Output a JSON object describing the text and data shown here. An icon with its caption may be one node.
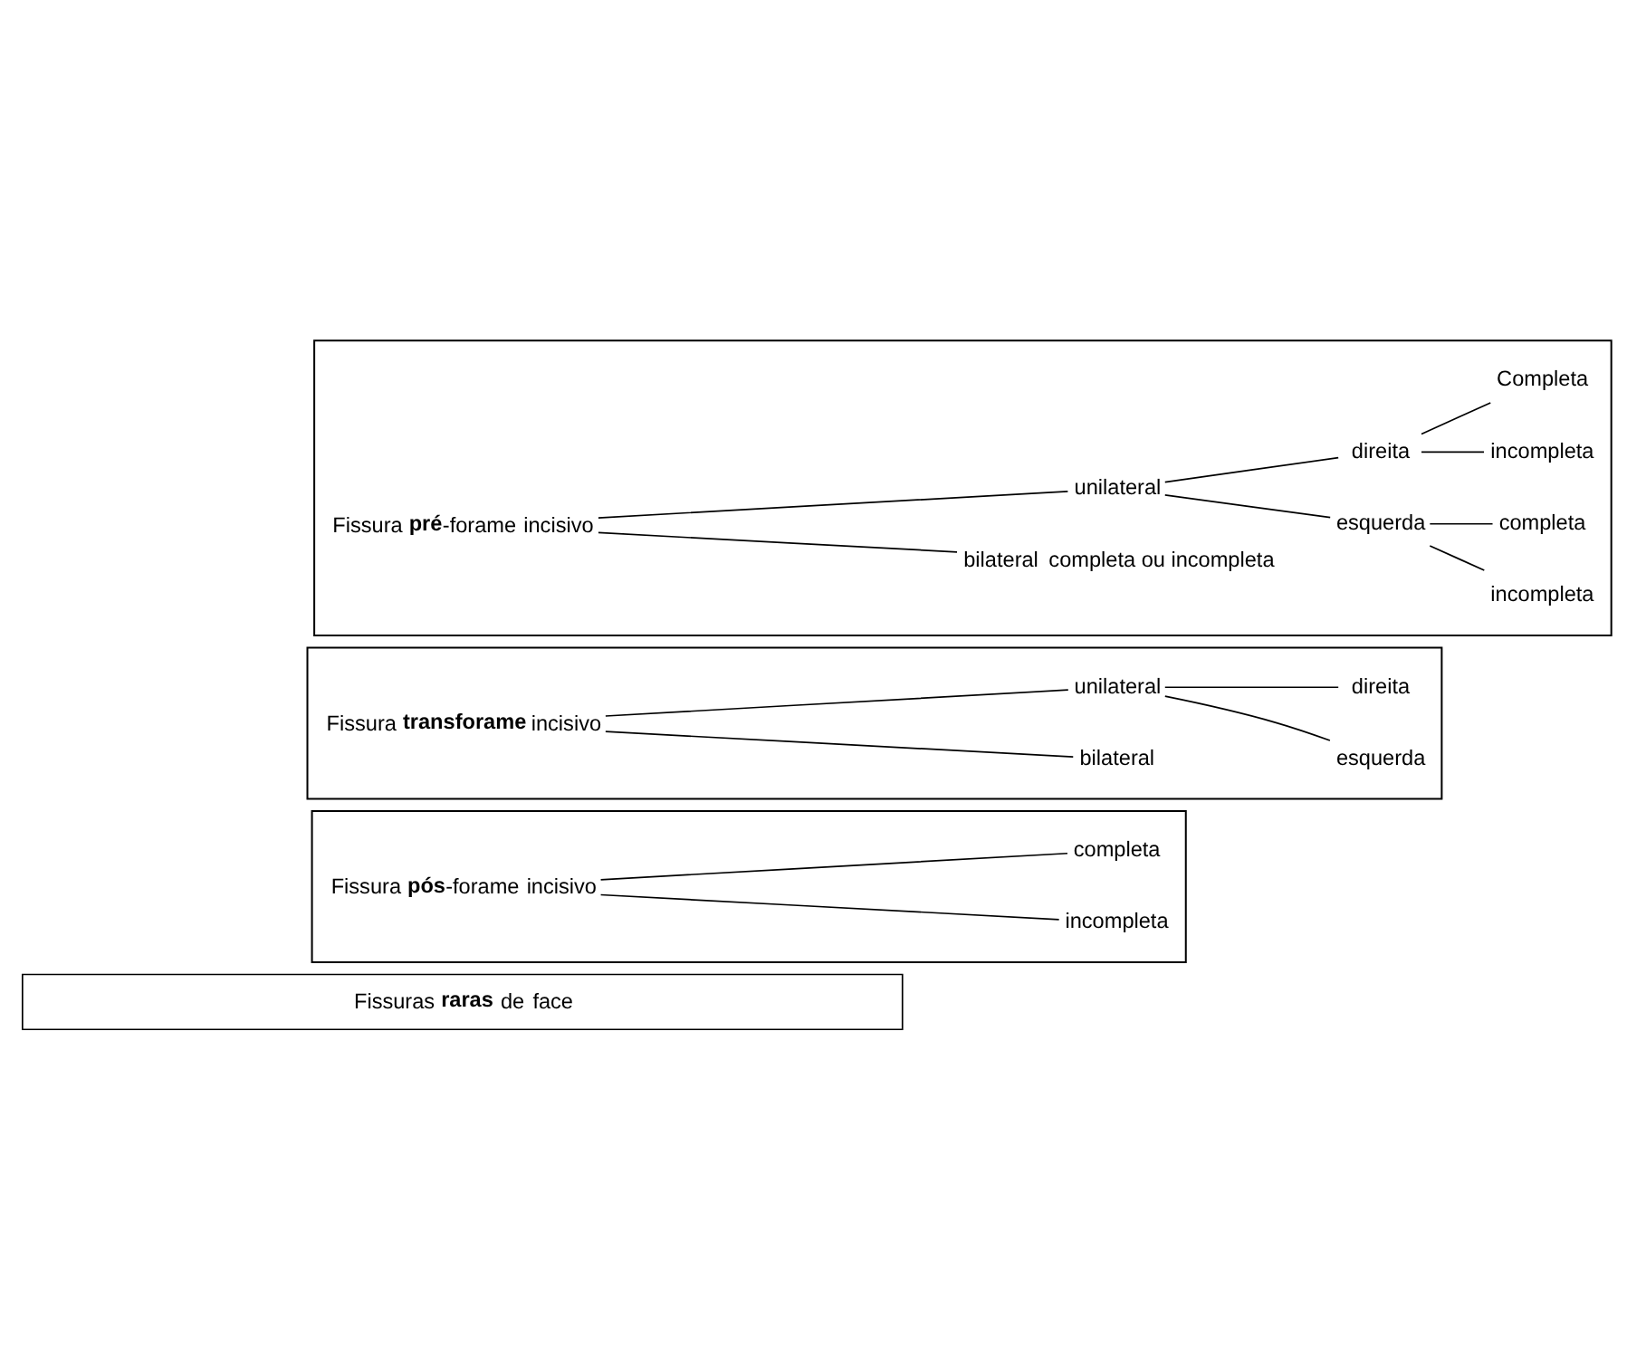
{
  "diagram": {
    "nodes": [
      {
        "text": [],
        "shape": "box"
      },
      {
        "text": [
          "Fissura **pré**-forame incisivo"
        ],
        "in": 0
      },
      {
        "text": [
          "unilateral"
        ],
        "in": 0
      },
      {
        "text": [
          "direita"
        ],
        "in": 0
      },
      {
        "text": [
          "Completa"
        ],
        "in": 0
      },
      {
        "text": [
          "incompleta"
        ],
        "in": 0
      },
      {
        "text": [
          "esquerda"
        ],
        "in": 0
      },
      {
        "text": [
          "completa"
        ],
        "in": 0
      },
      {
        "text": [
          "incompleta"
        ],
        "in": 0
      },
      {
        "text": [
          "bilateral"
        ],
        "beside": [
          "completa ou incompleta"
        ],
        "in": 0
      },
      {
        "text": [],
        "shape": "box"
      },
      {
        "text": [
          "Fissura **transforame** incisivo"
        ],
        "in": 10
      },
      {
        "text": [
          "unilateral"
        ],
        "in": 10
      },
      {
        "text": [
          "direita"
        ],
        "in": 10
      },
      {
        "text": [
          "esquerda"
        ],
        "in": 10
      },
      {
        "text": [
          "bilateral"
        ],
        "in": 10
      },
      {
        "text": [],
        "shape": "box"
      },
      {
        "text": [
          "Fissura **pós**-forame incisivo"
        ],
        "in": 16
      },
      {
        "text": [
          "completa"
        ],
        "in": 16
      },
      {
        "text": [
          "incompleta"
        ],
        "in": 16
      },
      {
        "text": [
          "Fissuras **raras** de face"
        ]
      }
    ],
    "edges": [
      {
        "from": 1,
        "to": 2,
        "arrow": "none"
      },
      {
        "from": 1,
        "to": 9,
        "arrow": "none"
      },
      {
        "from": 2,
        "to": 3,
        "arrow": "none"
      },
      {
        "from": 2,
        "to": 6,
        "arrow": "none"
      },
      {
        "from": 3,
        "to": 4,
        "arrow": "none"
      },
      {
        "from": 3,
        "to": 5,
        "arrow": "none"
      },
      {
        "from": 6,
        "to": 7,
        "arrow": "none"
      },
      {
        "from": 6,
        "to": 8,
        "arrow": "none"
      },
      {
        "from": 11,
        "to": 12,
        "arrow": "none"
      },
      {
        "from": 11,
        "to": 15,
        "arrow": "none"
      },
      {
        "from": 12,
        "to": 13,
        "arrow": "none"
      },
      {
        "from": 12,
        "to": 14,
        "arrow": "none"
      },
      {
        "from": 17,
        "to": 18,
        "arrow": "none"
      },
      {
        "from": 17,
        "to": 19,
        "arrow": "none"
      }
    ]
  }
}
